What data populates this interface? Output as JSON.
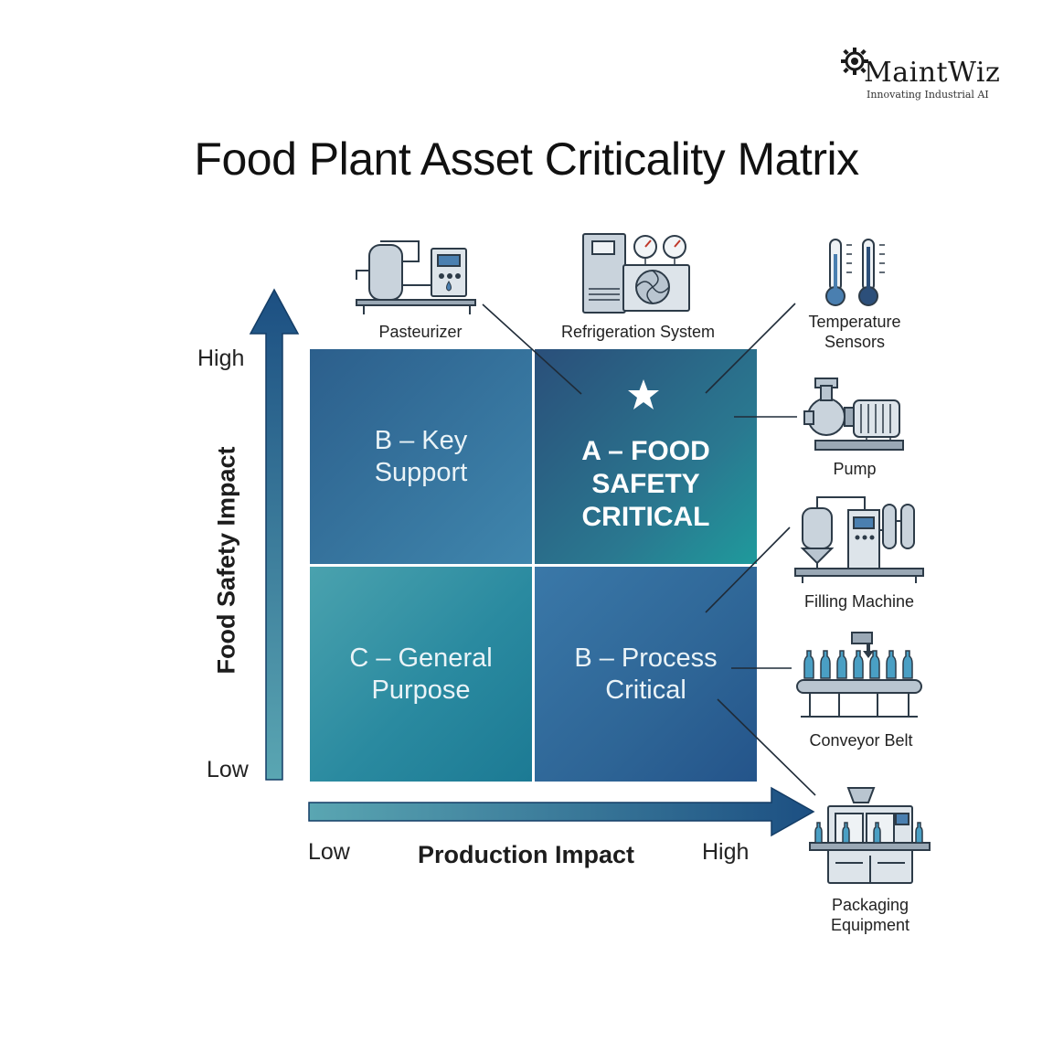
{
  "logo": {
    "brand": "MaintWiz",
    "tagline": "Innovating Industrial AI"
  },
  "title": "Food Plant Asset Criticality Matrix",
  "quadrants": {
    "top_left": "B – Key\nSupport",
    "top_right": "A – FOOD\nSAFETY\nCRITICAL",
    "bottom_left": "C – General\nPurpose",
    "bottom_right": "B – Process\nCritical"
  },
  "axes": {
    "y_title": "Food Safety Impact",
    "y_high": "High",
    "y_low": "Low",
    "x_title": "Production Impact",
    "x_low": "Low",
    "x_high": "High"
  },
  "assets": {
    "pasteurizer": "Pasteurizer",
    "refrigeration": "Refrigeration System",
    "temperature": "Temperature\nSensors",
    "pump": "Pump",
    "filling": "Filling Machine",
    "conveyor": "Conveyor Belt",
    "packaging": "Packaging\nEquipment"
  },
  "colors": {
    "arrow": "#1f5f8b",
    "a_quadrant": "#1f7f92",
    "b_quadrant": "#2e6596",
    "c_quadrant": "#3a97a6"
  },
  "icons": {
    "logo": "gear-icon",
    "star": "star-icon"
  }
}
